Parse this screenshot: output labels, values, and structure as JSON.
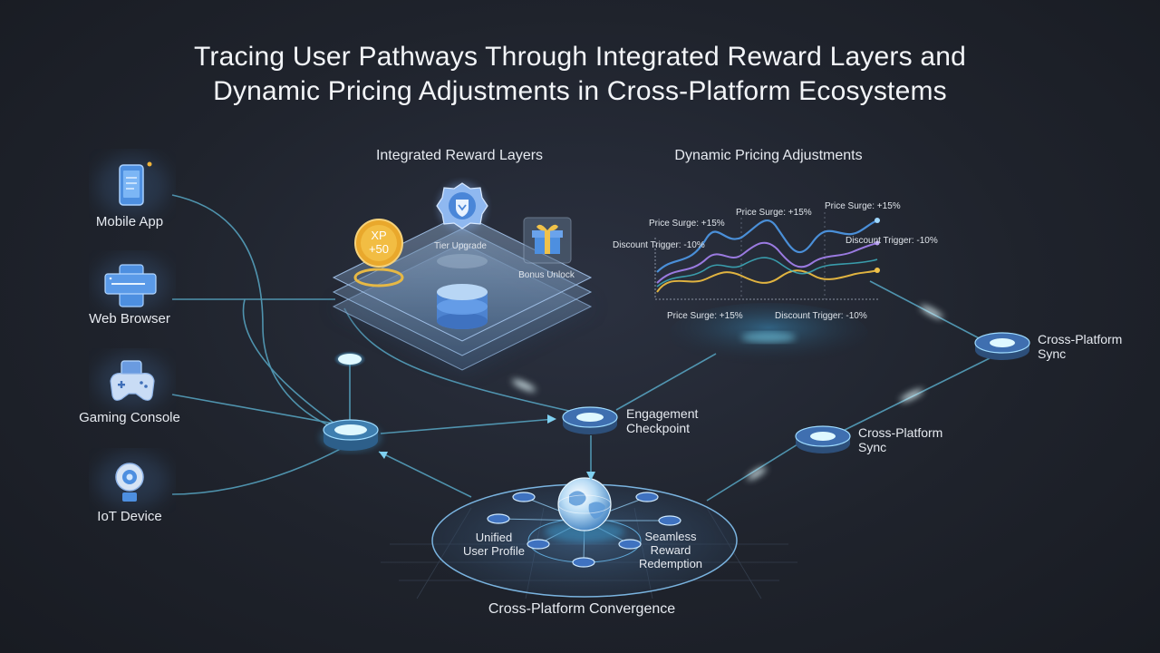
{
  "title": {
    "line1": "Tracing User Pathways Through Integrated Reward Layers and",
    "line2": "Dynamic Pricing Adjustments in Cross-Platform Ecosystems"
  },
  "sections": {
    "reward_layers": "Integrated Reward Layers",
    "pricing": "Dynamic Pricing Adjustments",
    "convergence": "Cross-Platform Convergence"
  },
  "devices": [
    {
      "label": "Mobile App",
      "icon": "smartphone-icon"
    },
    {
      "label": "Web Browser",
      "icon": "browser-window-icon"
    },
    {
      "label": "Gaming Console",
      "icon": "gamepad-icon"
    },
    {
      "label": "IoT Device",
      "icon": "webcam-icon"
    }
  ],
  "rewards": {
    "xp_line1": "XP",
    "xp_line2": "+50",
    "tier": "Tier Upgrade",
    "bonus": "Bonus Unlock"
  },
  "pricing_labels": {
    "surge_1": "Price Surge: +15%",
    "surge_2": "Price Surge: +15%",
    "surge_3": "Price Surge: +15%",
    "surge_4": "Price Surge: +15%",
    "discount_1": "Discount Trigger: -10%",
    "discount_2": "Discount Trigger: -10%",
    "discount_3": "Discount Trigger: -10%"
  },
  "nodes": {
    "engagement_1": "Engagement",
    "engagement_2": "Checkpoint",
    "sync_a_1": "Cross-Platform",
    "sync_a_2": "Sync",
    "sync_b_1": "Cross-Platform",
    "sync_b_2": "Sync"
  },
  "convergence": {
    "profile_1": "Unified",
    "profile_2": "User Profile",
    "redeem_1": "Seamless",
    "redeem_2": "Reward",
    "redeem_3": "Redemption"
  },
  "colors": {
    "background": "#1f232c",
    "glow": "#7fe3ff",
    "line_blue": "#4a8fd8",
    "line_purple": "#9a7ae0",
    "line_gold": "#e0b340",
    "line_teal": "#3fb9c9"
  }
}
